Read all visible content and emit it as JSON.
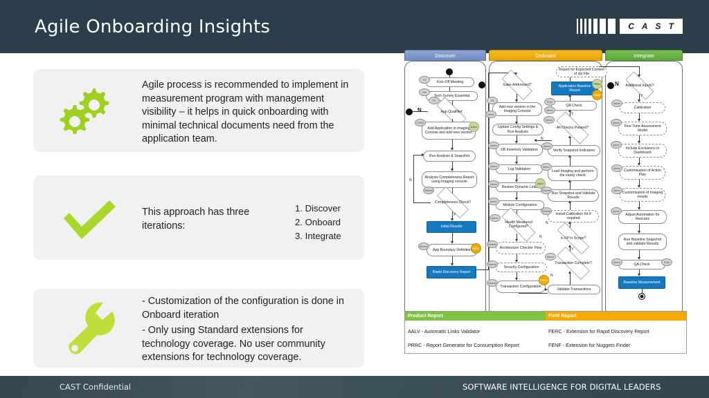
{
  "header": {
    "title": "Agile Onboarding Insights",
    "logo_text": "C A S T"
  },
  "cards": [
    {
      "icon": "gears-icon",
      "text": "Agile process is recommended to implement in measurement program with management visibility – it helps in quick onboarding with minimal technical documents need from the application team."
    },
    {
      "icon": "checkmark-icon",
      "text": "This approach has three iterations:",
      "list": [
        "1. Discover",
        "2. Onboard",
        "3. Integrate"
      ]
    },
    {
      "icon": "wrench-icon",
      "text_a": "- Customization of the configuration is done in Onboard iteration",
      "text_b": "- Only using Standard extensions for technology coverage. No user community extensions for technology coverage."
    }
  ],
  "diagram": {
    "lanes": [
      {
        "label": "Discover",
        "color": "#7f99cc"
      },
      {
        "label": "Onboard",
        "color": "#f0ae12"
      },
      {
        "label": "Integrate",
        "color": "#6cb347"
      }
    ],
    "discover": {
      "nodes": [
        "Kick-Off Meeting",
        "Tech Survey Essential",
        "App Qualified",
        "Add Application in Imaging Console and add new version",
        "Run Analysis & Snapshot",
        "Analysis Completeness Report using Imaging console",
        "Completeness Check?",
        "Initial Results",
        "App Boundary Definition",
        "Rapid Discovery Report"
      ],
      "roles": [
        "FD",
        "RM",
        "FD",
        "FD/RO",
        "SAdmin",
        "SAdmin"
      ],
      "badges": [
        "AALV",
        "FERC"
      ],
      "edge_labels": [
        "N",
        "Y"
      ]
    },
    "onboard_left": {
      "nodes": [
        "Gaps Addressed?",
        "Add new version in the Imaging Console",
        "Update Config Settings & Run Analysis",
        "KB Inventory Validation",
        "Log Validation",
        "Review Dynamic Links",
        "Module Configuration",
        "Health Measured Configured?",
        "Architecture Checker Flow",
        "Security Configuration",
        "Transaction Configuration"
      ],
      "roles": [
        "FD",
        "Admin",
        "Admin",
        "Admin",
        "Admin",
        "Admin",
        "Admin",
        "SAdmin",
        "SAdmin",
        "SAdmin"
      ],
      "badges": [
        "AALV",
        "PRRC"
      ],
      "edge_labels": [
        "N"
      ]
    },
    "onboard_right": {
      "nodes": [
        "Report for Expected Content of zip File",
        "Application Baseline Report",
        "QA Check",
        "All Checks Passed?",
        "Verify Snapshot Indicators",
        "Load Imaging and perform the sanity check",
        "Run Snapshot and Validate Results",
        "Install Calibration Kit if required",
        "Is FP in Scope?",
        "Transaction Complete?",
        "Validate Transactions"
      ],
      "roles": [
        "PQM",
        "Admin",
        "Admin",
        "Admin",
        "Admin",
        "SAdmin",
        "SAdmin",
        "Admin"
      ],
      "badges": [
        "PRRC",
        "FENF"
      ],
      "edge_labels": [
        "N",
        "Y",
        "N",
        "Y"
      ]
    },
    "integrate": {
      "nodes": [
        "Additional Inputs?",
        "Calibration",
        "Fine Tune Assessment Model",
        "Include Exclusions in Dashboard",
        "Customisation of Action Plan",
        "Customisation of Imaging results",
        "Adjust Automation for Rescans",
        "Run Baseline Snapshot and validate Results",
        "QA Check",
        "Baseline Measurement"
      ],
      "roles": [
        "Admin",
        "Admin",
        "Admin",
        "Admin",
        "Admin",
        "Admin",
        "Admin",
        "PQM"
      ],
      "edge_labels": [
        "N",
        "Y"
      ]
    }
  },
  "legend": {
    "product": {
      "header": "Product Report",
      "rows": [
        "AALV - Automatic Links Validator",
        "PRRC - Report Generator for Consumption Report"
      ]
    },
    "field": {
      "header": "Field Report",
      "rows": [
        "FERC - Extension for Rapid Discovery Report",
        "FENF - Extension for Nuggets Finder"
      ]
    }
  },
  "footer": {
    "left": "CAST Confidential",
    "right": "SOFTWARE INTELLIGENCE FOR DIGITAL LEADERS"
  }
}
